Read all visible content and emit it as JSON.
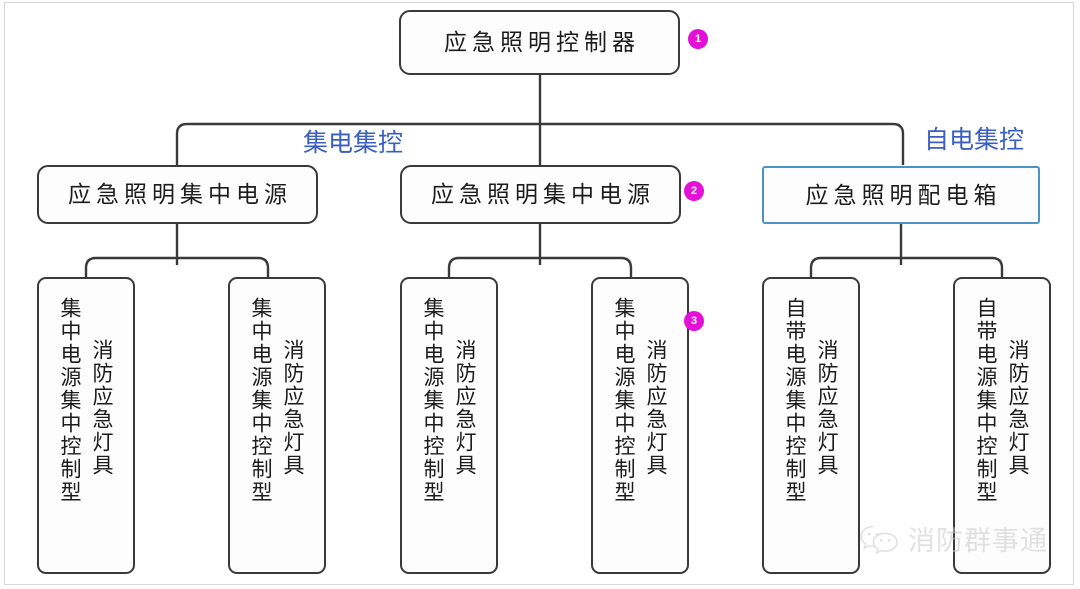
{
  "diagram": {
    "title_node": {
      "label": "应急照明控制器"
    },
    "tier2": [
      {
        "name": "power-left",
        "label": "应急照明集中电源",
        "style": "dark"
      },
      {
        "name": "power-mid",
        "label": "应急照明集中电源",
        "style": "dark"
      },
      {
        "name": "distribution",
        "label": "应急照明配电箱",
        "style": "blue"
      }
    ],
    "branch_labels": [
      {
        "name": "centralized",
        "label": "集电集控"
      },
      {
        "name": "self",
        "label": "自电集控"
      }
    ],
    "leaves": [
      {
        "col_a": "消防应急灯具",
        "col_b": "集中电源集中控制型"
      },
      {
        "col_a": "消防应急灯具",
        "col_b": "集中电源集中控制型"
      },
      {
        "col_a": "消防应急灯具",
        "col_b": "集中电源集中控制型"
      },
      {
        "col_a": "消防应急灯具",
        "col_b": "集中电源集中控制型"
      },
      {
        "col_a": "消防应急灯具",
        "col_b": "自带电源集中控制型"
      },
      {
        "col_a": "消防应急灯具",
        "col_b": "自带电源集中控制型"
      }
    ],
    "badges": [
      {
        "name": "badge-1",
        "label": "1"
      },
      {
        "name": "badge-2",
        "label": "2"
      },
      {
        "name": "badge-3",
        "label": "3"
      }
    ],
    "colors": {
      "box_border": "#3a3a3a",
      "blue_border": "#4a93c6",
      "branch_label": "#3b5fc0",
      "badge": "#e310d8",
      "wire": "#3a3a3a",
      "watermark": "#c9c9c9"
    }
  },
  "watermark": {
    "icon": "wechat-bubbles-icon",
    "text": "消防群事通"
  }
}
